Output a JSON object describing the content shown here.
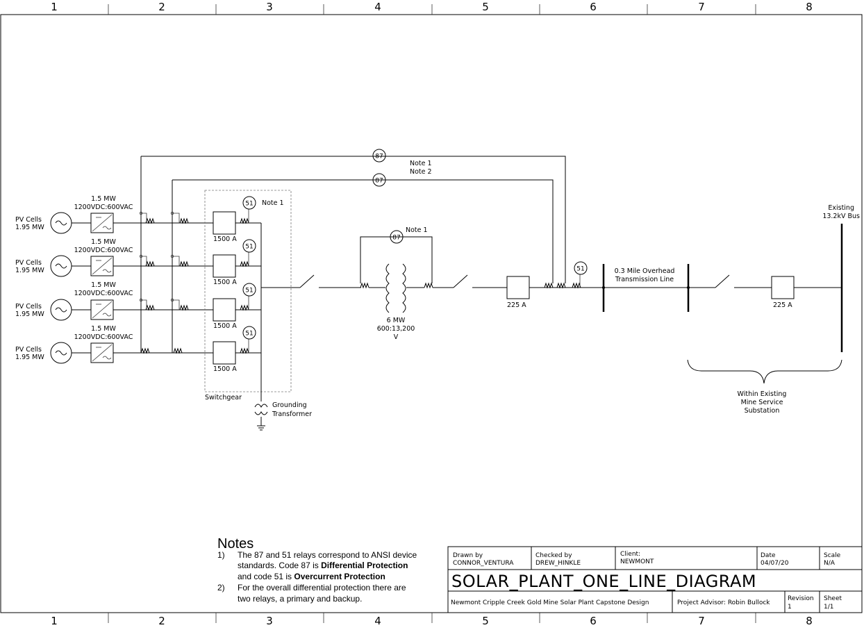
{
  "frame": {
    "zones": [
      "1",
      "2",
      "3",
      "4",
      "5",
      "6",
      "7",
      "8"
    ]
  },
  "sources": [
    {
      "pv_label": "PV Cells",
      "pv_rating": "1.95 MW",
      "inv_rating": "1.5 MW",
      "inv_ratio": "1200VDC:600VAC"
    },
    {
      "pv_label": "PV Cells",
      "pv_rating": "1.95 MW",
      "inv_rating": "1.5 MW",
      "inv_ratio": "1200VDC:600VAC"
    },
    {
      "pv_label": "PV Cells",
      "pv_rating": "1.95 MW",
      "inv_rating": "1.5 MW",
      "inv_ratio": "1200VDC:600VAC"
    },
    {
      "pv_label": "PV Cells",
      "pv_rating": "1.95 MW",
      "inv_rating": "1.5 MW",
      "inv_ratio": "1200VDC:600VAC"
    }
  ],
  "breakers": [
    "1500 A",
    "1500 A",
    "1500 A",
    "1500 A"
  ],
  "relays": {
    "overcurrent": "51",
    "differential": "87",
    "note1": "Note 1",
    "note2": "Note 2"
  },
  "switchgear": "Switchgear",
  "grounding": {
    "line1": "Grounding",
    "line2": "Transformer"
  },
  "transformer": {
    "rating": "6 MW",
    "ratio": "600:13,200",
    "unit": "V"
  },
  "breaker_225_a": "225 A",
  "breaker_225_b": "225 A",
  "line": {
    "line1": "0.3 Mile Overhead",
    "line2": "Transmission Line"
  },
  "existing_bus": {
    "line1": "Existing",
    "line2": "13.2kV Bus"
  },
  "substation": {
    "line1": "Within Existing",
    "line2": "Mine Service",
    "line3": "Substation"
  },
  "notes": {
    "title": "Notes",
    "n1_num": "1)",
    "n1_a": "The 87 and 51 relays correspond to ANSI device",
    "n1_b1": "standards. Code 87 is ",
    "n1_b2": "Differential Protection",
    "n1_c1": "and code 51 is ",
    "n1_c2": "Overcurrent Protection",
    "n2_num": "2)",
    "n2_a": "For the overall differential protection there are",
    "n2_b": "two relays, a primary and backup."
  },
  "title_block": {
    "drawn_by_label": "Drawn by",
    "drawn_by": "CONNOR_VENTURA",
    "checked_by_label": "Checked by",
    "checked_by": "DREW_HINKLE",
    "client_label": "Client:",
    "client": "NEWMONT",
    "date_label": "Date",
    "date": "04/07/20",
    "scale_label": "Scale",
    "scale": "N/A",
    "title": "SOLAR_PLANT_ONE_LINE_DIAGRAM",
    "project": "Newmont Cripple Creek Gold Mine Solar Plant Capstone Design",
    "advisor": "Project Advisor: Robin Bullock",
    "revision_label": "Revision",
    "revision": "1",
    "sheet_label": "Sheet",
    "sheet": "1/1"
  }
}
